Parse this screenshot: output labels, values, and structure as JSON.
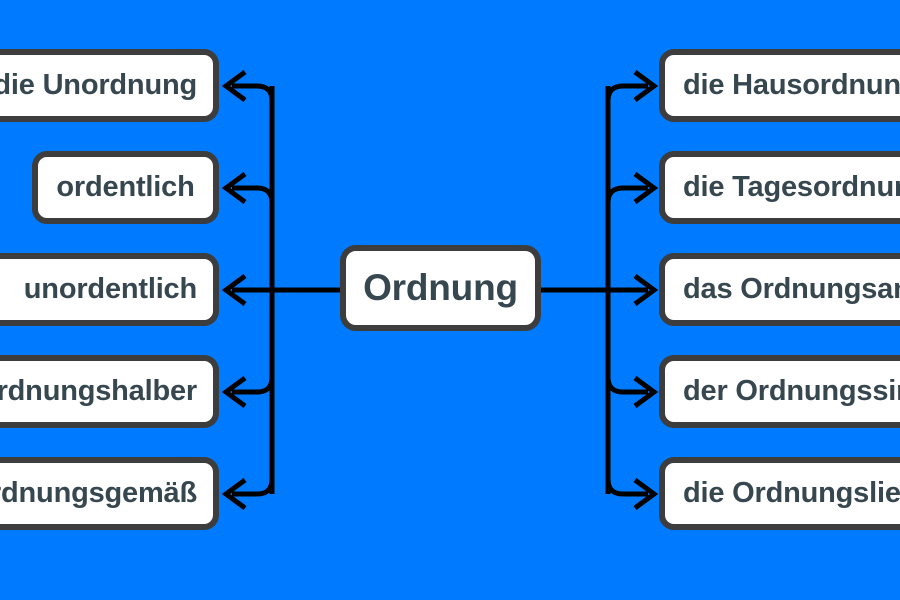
{
  "diagram": {
    "type": "mind-map",
    "title_node": "Ordnung",
    "background_color": "#007bff",
    "node_fill_color": "#ffffff",
    "node_border_color": "#3d3d3d",
    "node_text_color": "#37474f",
    "connector_color": "#000000",
    "center": {
      "label": "Ordnung"
    },
    "left_branch": {
      "arrow_direction": "left",
      "nodes": [
        {
          "label": "die Unordnung",
          "clipped": "left"
        },
        {
          "label": "ordentlich",
          "clipped": "none"
        },
        {
          "label": "unordentlich",
          "clipped": "left"
        },
        {
          "label": "ordnungshalber",
          "clipped": "left"
        },
        {
          "label": "ordnungsgemäß",
          "clipped": "left"
        }
      ]
    },
    "right_branch": {
      "arrow_direction": "right",
      "nodes": [
        {
          "label": "die Hausordnung",
          "clipped": "right"
        },
        {
          "label": "die Tagesordnung",
          "clipped": "right"
        },
        {
          "label": "das Ordnungsamt",
          "clipped": "right"
        },
        {
          "label": "der Ordnungssinn",
          "clipped": "right"
        },
        {
          "label": "die Ordnungsliebe",
          "clipped": "right"
        }
      ]
    }
  }
}
